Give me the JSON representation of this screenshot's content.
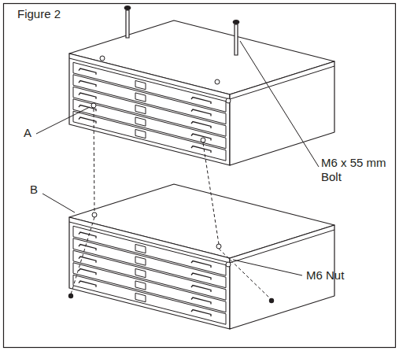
{
  "diagram": {
    "title": "Figure 2",
    "labels": [
      "A",
      "B",
      "M6 x 55 mm Bolt",
      "M6 Nut"
    ]
  }
}
